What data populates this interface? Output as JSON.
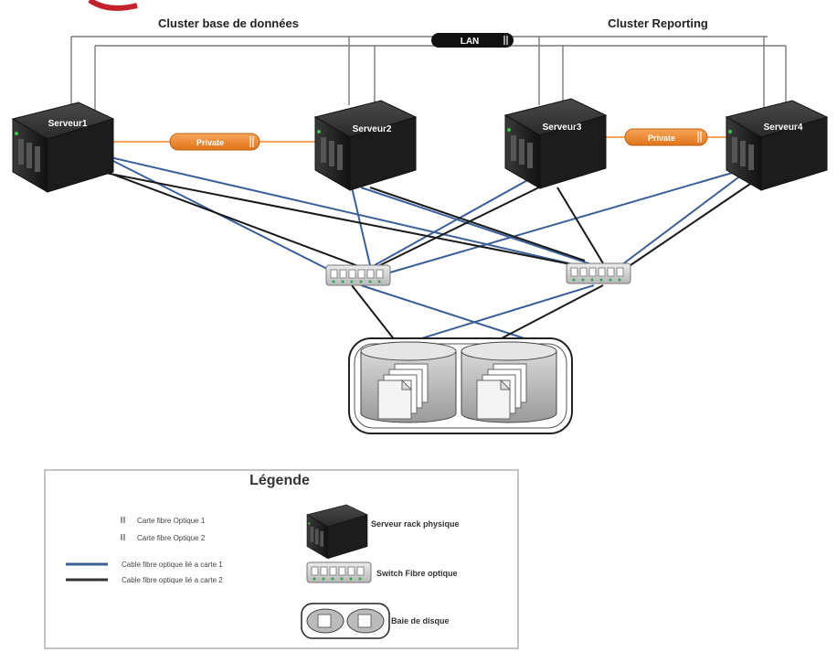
{
  "clusters": {
    "database": "Cluster base de données",
    "reporting": "Cluster Reporting"
  },
  "lan_label": "LAN",
  "servers": [
    {
      "id": "s1",
      "label": "Serveur1"
    },
    {
      "id": "s2",
      "label": "Serveur2"
    },
    {
      "id": "s3",
      "label": "Serveur3"
    },
    {
      "id": "s4",
      "label": "Serveur4"
    }
  ],
  "private_labels": [
    "Private",
    "Private"
  ],
  "legend": {
    "title": "Légende",
    "card1": "Carte fibre Optique 1",
    "card2": "Carte fibre Optique 2",
    "cable1": "Cable fibre optique lié a carte 1",
    "cable2": "Cable fibre optique lié a carte 2",
    "server": "Serveur rack physique",
    "switch": "Switch Fibre optique",
    "bay": "Baie de disque"
  },
  "colors": {
    "card1_cable": "#3b5f9a",
    "card2_cable": "#1a1a1a",
    "private_link": "#f08a24",
    "lan_line": "#7a7a7a"
  }
}
